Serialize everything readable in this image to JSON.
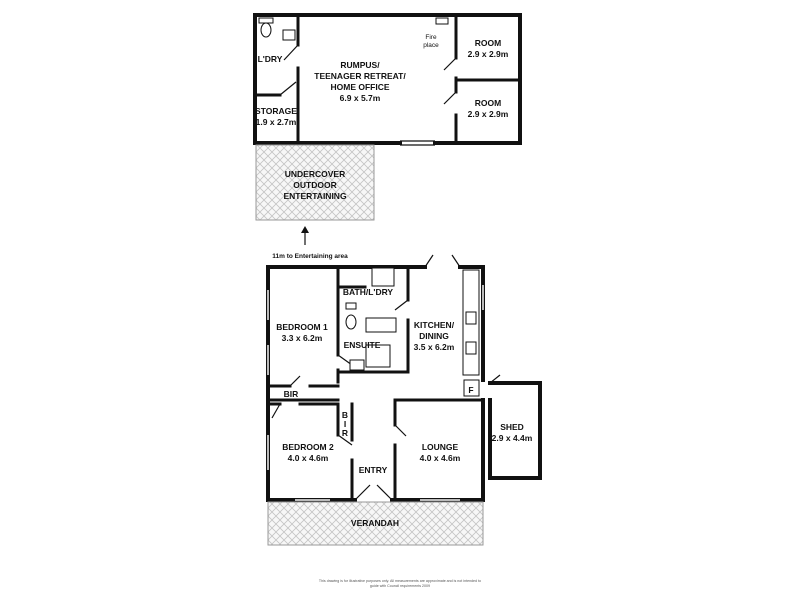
{
  "upper": {
    "rumpus": [
      "RUMPUS/",
      "TEENAGER RETREAT/",
      "HOME OFFICE",
      "6.9 x 5.7m"
    ],
    "room_a": [
      "ROOM",
      "2.9 x 2.9m"
    ],
    "room_b": [
      "ROOM",
      "2.9 x 2.9m"
    ],
    "laundry": "L'DRY",
    "storage": [
      "STORAGE",
      "1.9 x 2.7m"
    ],
    "fireplace": [
      "Fire",
      "place"
    ],
    "outdoor": [
      "UNDERCOVER",
      "OUTDOOR",
      "ENTERTAINING"
    ]
  },
  "connector": {
    "note": "11m to Entertaining area"
  },
  "lower": {
    "bath_laundry": "BATH/L'DRY",
    "bedroom1": [
      "BEDROOM 1",
      "3.3 x 6.2m"
    ],
    "ensuite": "ENSUITE",
    "kitchen": [
      "KITCHEN/",
      "DINING",
      "3.5 x 6.2m"
    ],
    "bir1": "BIR",
    "bir2": [
      "B",
      "I",
      "R"
    ],
    "fridge": "F",
    "shed": [
      "SHED",
      "2.9 x 4.4m"
    ],
    "bedroom2": [
      "BEDROOM 2",
      "4.0 x 4.6m"
    ],
    "lounge": [
      "LOUNGE",
      "4.0 x 4.6m"
    ],
    "entry": "ENTRY",
    "verandah": "VERANDAH"
  },
  "disclaimer": [
    "This drawing is for illustrative purposes only. All measurements are approximate and is not intended to",
    "guide with Council requirements 2009"
  ]
}
